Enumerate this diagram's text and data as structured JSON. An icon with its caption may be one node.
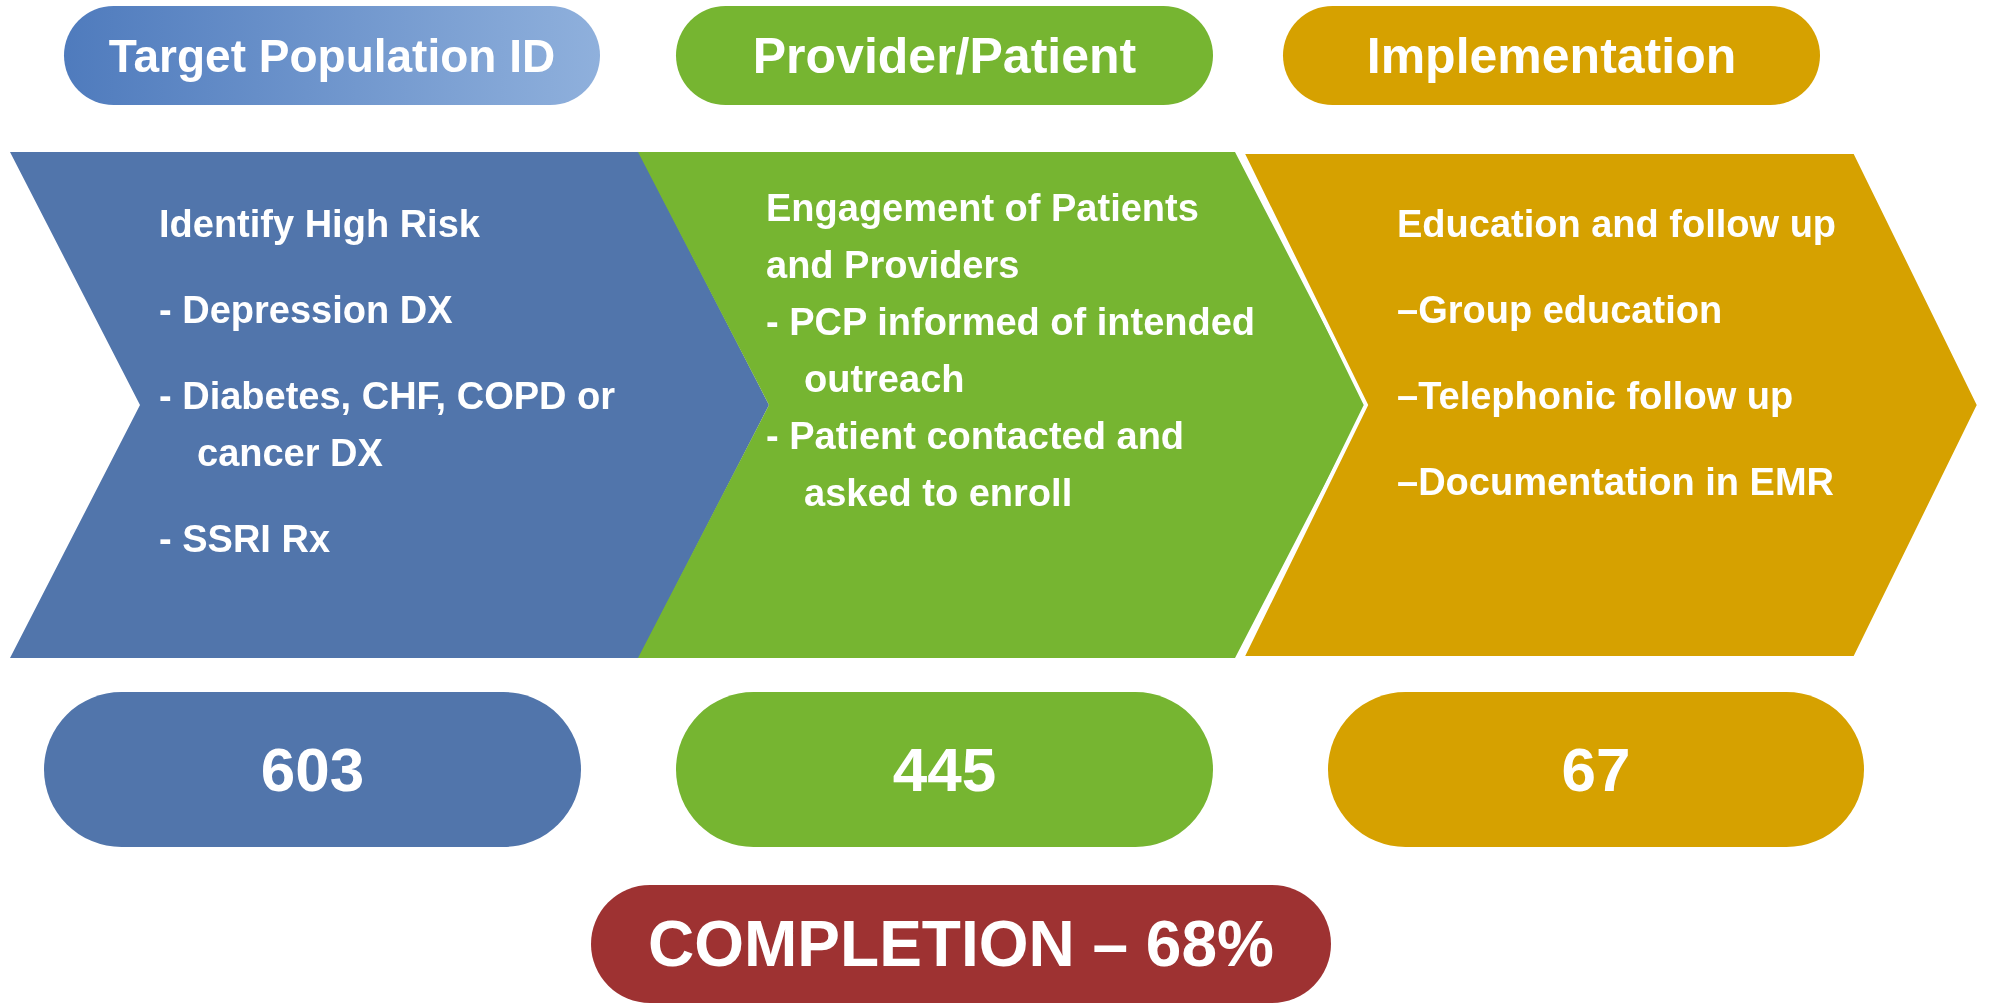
{
  "diagram": {
    "nodes": [
      {
        "text": [
          "Target Population ID"
        ]
      },
      {
        "text": [
          "Provider/Patient"
        ]
      },
      {
        "text": [
          "Implementation"
        ]
      },
      {
        "text": [
          "Identify High Risk",
          "- Depression DX",
          "- Diabetes, CHF, COPD or cancer DX",
          "- SSRI Rx"
        ]
      },
      {
        "text": [
          "Engagement of Patients and Providers",
          "- PCP informed of intended outreach",
          "- Patient contacted and asked to enroll"
        ]
      },
      {
        "text": [
          "Education and follow up",
          "–Group education",
          "–Telephonic follow up",
          "–Documentation in EMR"
        ]
      },
      {
        "text": [
          "603"
        ]
      },
      {
        "text": [
          "445"
        ]
      },
      {
        "text": [
          "67"
        ]
      },
      {
        "text": [
          "COMPLETION – 68%"
        ]
      }
    ]
  }
}
